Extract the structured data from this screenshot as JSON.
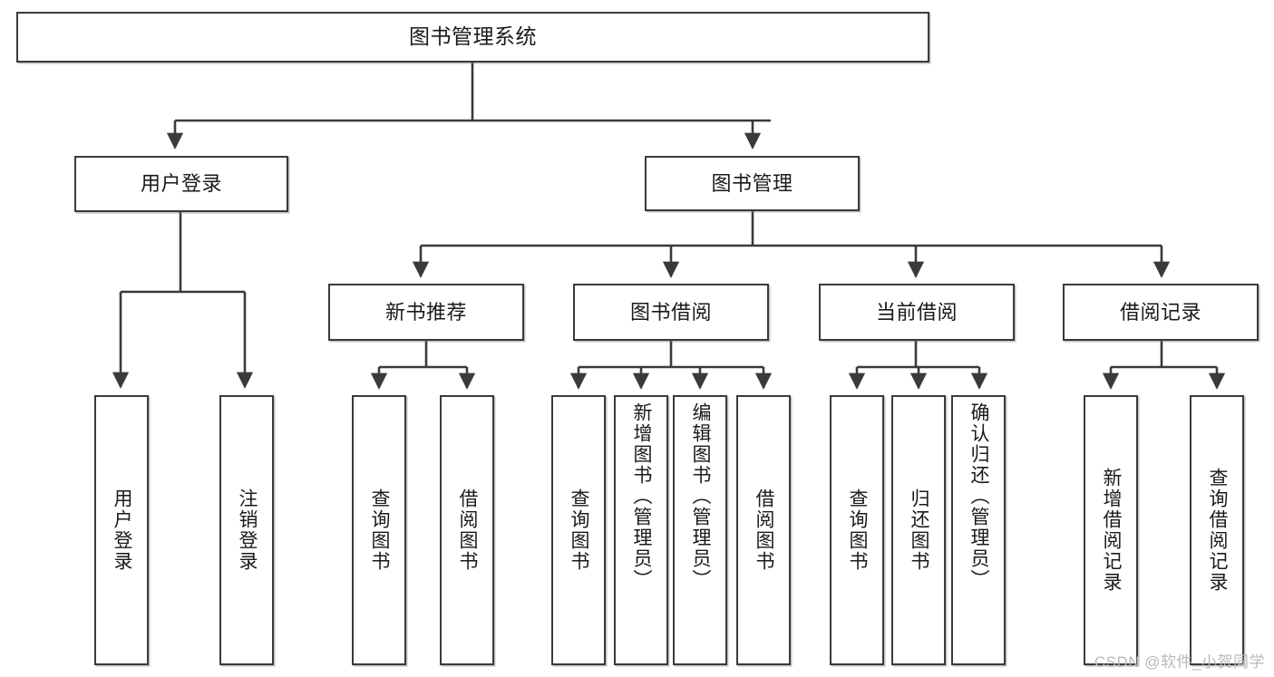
{
  "diagram": {
    "type": "tree",
    "title": "图书管理系统",
    "orientation": "top-down",
    "levels": 4,
    "line_color": "#3a3a3a",
    "box_fill": "#ffffff",
    "text_color": "#1a1a1a"
  },
  "nodes": {
    "root": {
      "label": "图书管理系统"
    },
    "level2": [
      {
        "label": "用户登录"
      },
      {
        "label": "图书管理"
      }
    ],
    "level3": [
      {
        "label": "新书推荐"
      },
      {
        "label": "图书借阅"
      },
      {
        "label": "当前借阅"
      },
      {
        "label": "借阅记录"
      }
    ],
    "login_children": [
      {
        "label": "用户登录"
      },
      {
        "label": "注销登录"
      }
    ],
    "newbook_children": [
      {
        "label": "查询图书"
      },
      {
        "label": "借阅图书"
      }
    ],
    "borrow_children": [
      {
        "label": "查询图书"
      },
      {
        "label": "新增图书（管理员）"
      },
      {
        "label": "编辑图书（管理员）"
      },
      {
        "label": "借阅图书"
      }
    ],
    "current_children": [
      {
        "label": "查询图书"
      },
      {
        "label": "归还图书"
      },
      {
        "label": "确认归还（管理员）"
      }
    ],
    "record_children": [
      {
        "label": "新增借阅记录"
      },
      {
        "label": "查询借阅记录"
      }
    ]
  },
  "watermark": {
    "text": "CSDN @软件_小贺同学"
  }
}
